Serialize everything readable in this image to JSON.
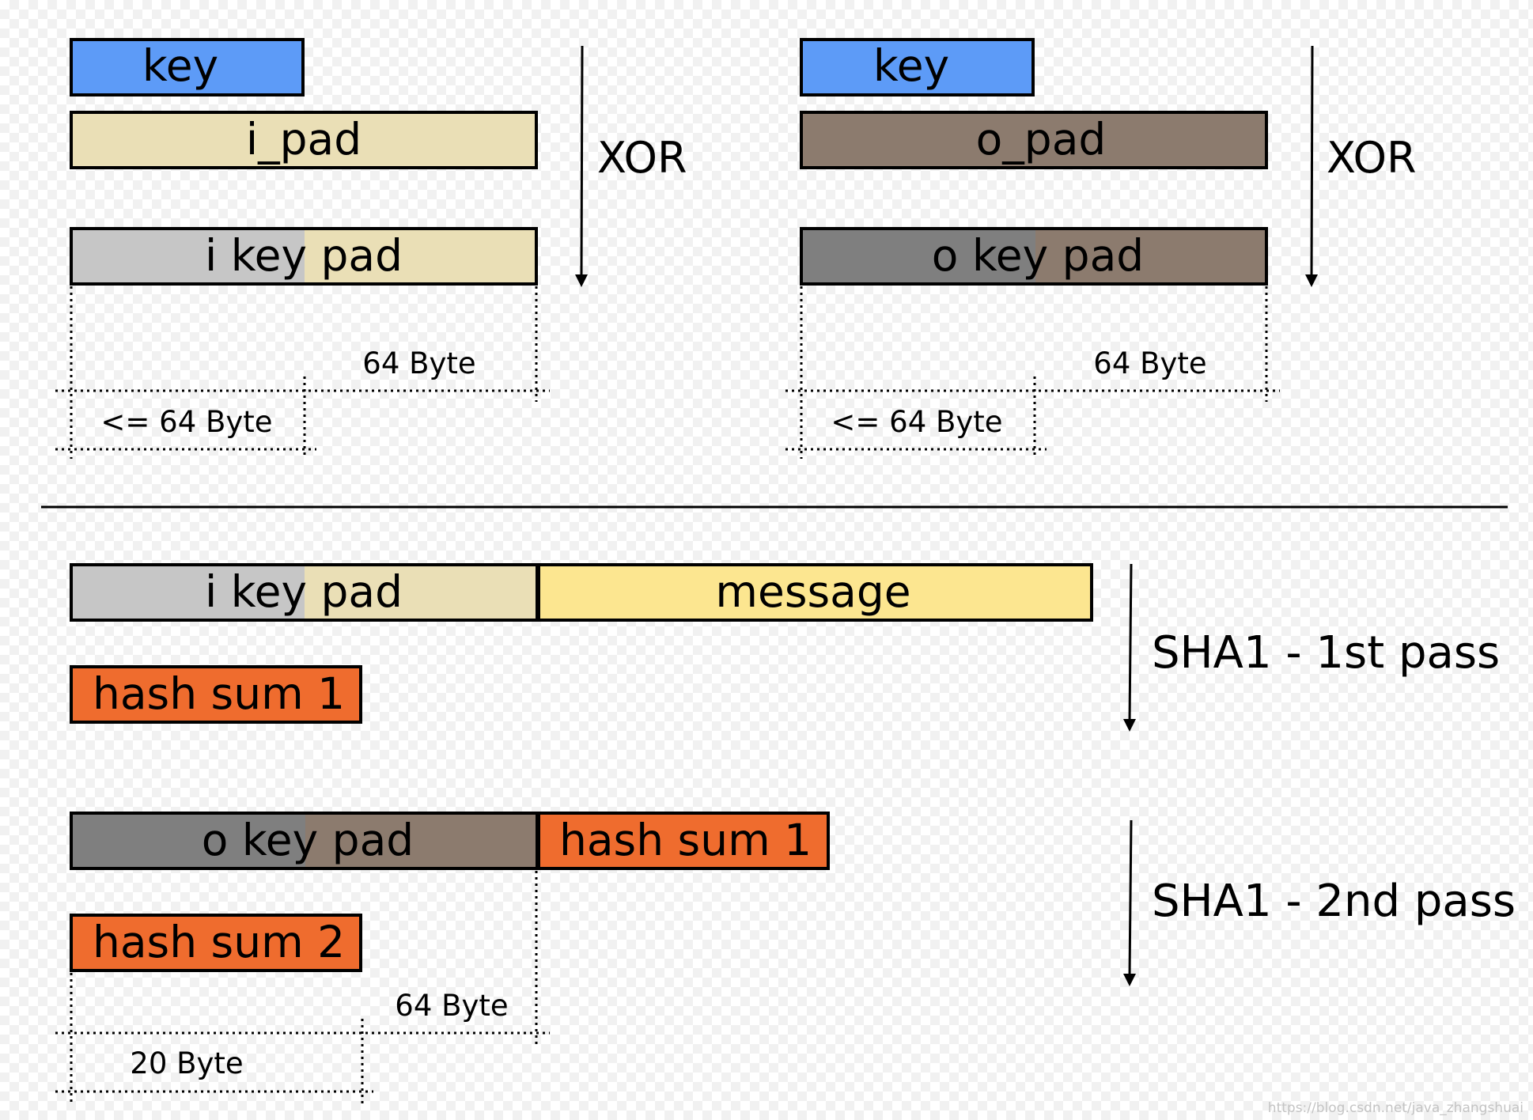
{
  "colors": {
    "key": "#5d9bf7",
    "i_pad": "#eadfb6",
    "o_pad": "#8c7b6e",
    "i_key_part": "#c6c6c6",
    "o_key_part": "#7f7f7f",
    "message": "#fce690",
    "hash": "#ef6c2e"
  },
  "top_left": {
    "key": "key",
    "pad": "i_pad",
    "result": "i key pad",
    "op": "XOR",
    "dim_total": "64 Byte",
    "dim_key": "<= 64 Byte"
  },
  "top_right": {
    "key": "key",
    "pad": "o_pad",
    "result": "o key pad",
    "op": "XOR",
    "dim_total": "64 Byte",
    "dim_key": "<= 64 Byte"
  },
  "pass1": {
    "pad": "i key pad",
    "message": "message",
    "result": "hash sum 1",
    "label": "SHA1 - 1st pass"
  },
  "pass2": {
    "pad": "o key pad",
    "input_hash": "hash sum 1",
    "result": "hash sum 2",
    "label": "SHA1 - 2nd pass",
    "dim_total": "64 Byte",
    "dim_hash": "20 Byte"
  },
  "watermark": "https://blog.csdn.net/java_zhangshuai"
}
